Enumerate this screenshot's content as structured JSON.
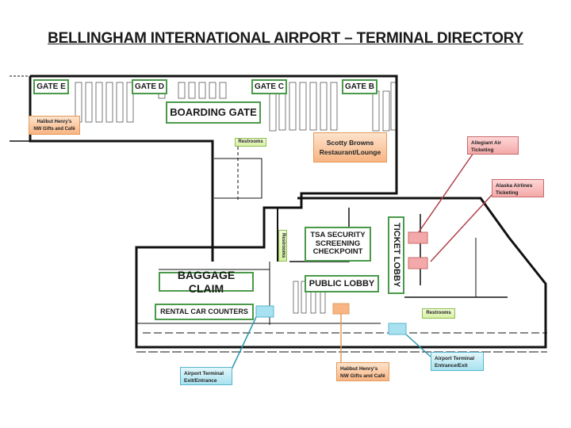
{
  "title": "BELLINGHAM INTERNATIONAL AIRPORT – TERMINAL DIRECTORY",
  "areas": {
    "gate_e": "GATE E",
    "gate_d": "GATE D",
    "gate_c": "GATE C",
    "gate_b": "GATE B",
    "boarding_gate": "BOARDING GATE",
    "tsa": "TSA SECURITY SCREENING CHECKPOINT",
    "public_lobby": "PUBLIC LOBBY",
    "ticket_lobby": "TICKET LOBBY",
    "baggage_claim": "BAGGAGE CLAIM",
    "rental_car": "RENTAL CAR COUNTERS"
  },
  "callouts": {
    "halibut_upper": "Halibut Henry's NW Gifts and Café",
    "scotty_browns": "Scotty Browns Restaurant/Lounge",
    "restrooms_upper": "Restrooms",
    "restrooms_mid": "Restrooms",
    "restrooms_lower": "Restrooms",
    "allegiant": "Allegiant Air Ticketing",
    "alaska": "Alaska Airlines Ticketing",
    "exit_west": "Airport Terminal Exit/Entrance",
    "halibut_lower": "Halibut Henry's NW Gifts and Café",
    "entrance_east": "Airport Terminal Entrance/Exit"
  },
  "colors": {
    "label_border": "#4a9a4a",
    "ticketing": "#f3a9a9",
    "exit": "#a8e2f0",
    "shop": "#f8b583",
    "restroom": "#d7f0a3",
    "wall": "#111111"
  }
}
